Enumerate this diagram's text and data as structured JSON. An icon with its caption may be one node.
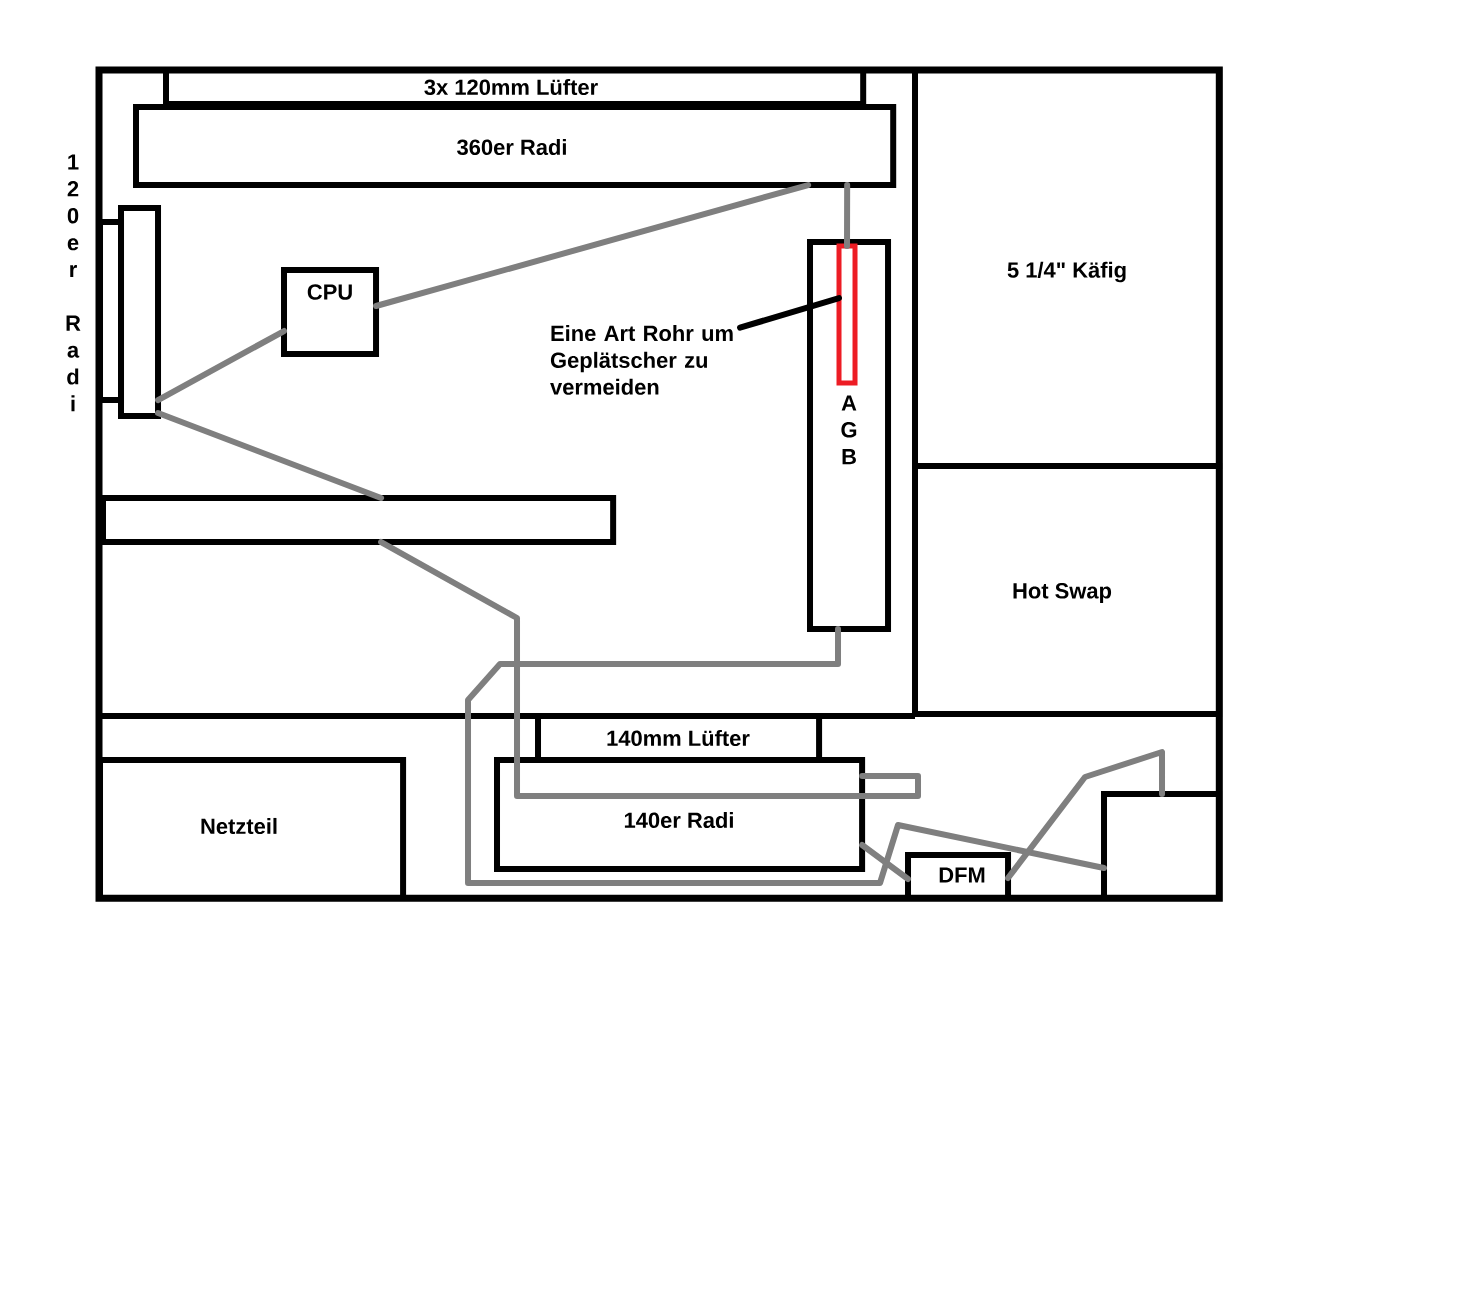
{
  "diagram": {
    "nodes": [
      {
        "text": [],
        "shape": "box"
      },
      {
        "text": [
          "3x 120mm Lüfter"
        ],
        "in": 0
      },
      {
        "text": [
          "360er Radi"
        ],
        "in": 0
      },
      {
        "text": [
          "120er Radi"
        ],
        "in": 0
      },
      {
        "text": [],
        "shape": "box",
        "in": 0
      },
      {
        "text": [
          "CPU"
        ],
        "in": 0
      },
      {
        "text": [
          "Eine Art Rohr um Geplätscher zu vermeiden"
        ],
        "in": 0
      },
      {
        "text": [
          "AGB"
        ],
        "in": 0
      },
      {
        "text": [],
        "shape": "box",
        "in": 7
      },
      {
        "text": [
          "5 1/4\" Käfig"
        ],
        "in": 0
      },
      {
        "text": [
          "Hot Swap"
        ],
        "in": 0
      },
      {
        "text": [],
        "shape": "box",
        "in": 0
      },
      {
        "text": [
          "140mm Lüfter"
        ],
        "in": 0
      },
      {
        "text": [
          "Netzteil"
        ],
        "in": 0
      },
      {
        "text": [
          "140er Radi"
        ],
        "in": 0
      },
      {
        "text": [
          "DFM"
        ],
        "in": 0
      },
      {
        "text": [],
        "shape": "box",
        "in": 0
      }
    ],
    "edges": [
      {
        "from": 2,
        "to": 5,
        "arrow": "none"
      },
      {
        "from": 5,
        "to": 3,
        "arrow": "none"
      },
      {
        "from": 3,
        "to": 11,
        "arrow": "none"
      },
      {
        "from": 11,
        "to": 14,
        "arrow": "none"
      },
      {
        "from": 2,
        "to": 8,
        "arrow": "none"
      },
      {
        "from": 7,
        "to": 16,
        "arrow": "none"
      },
      {
        "from": 14,
        "to": 15,
        "arrow": "none"
      },
      {
        "from": 15,
        "to": 16,
        "arrow": "none"
      },
      {
        "from": 6,
        "to": 8,
        "arrow": "none",
        "color": "#000000"
      }
    ]
  }
}
